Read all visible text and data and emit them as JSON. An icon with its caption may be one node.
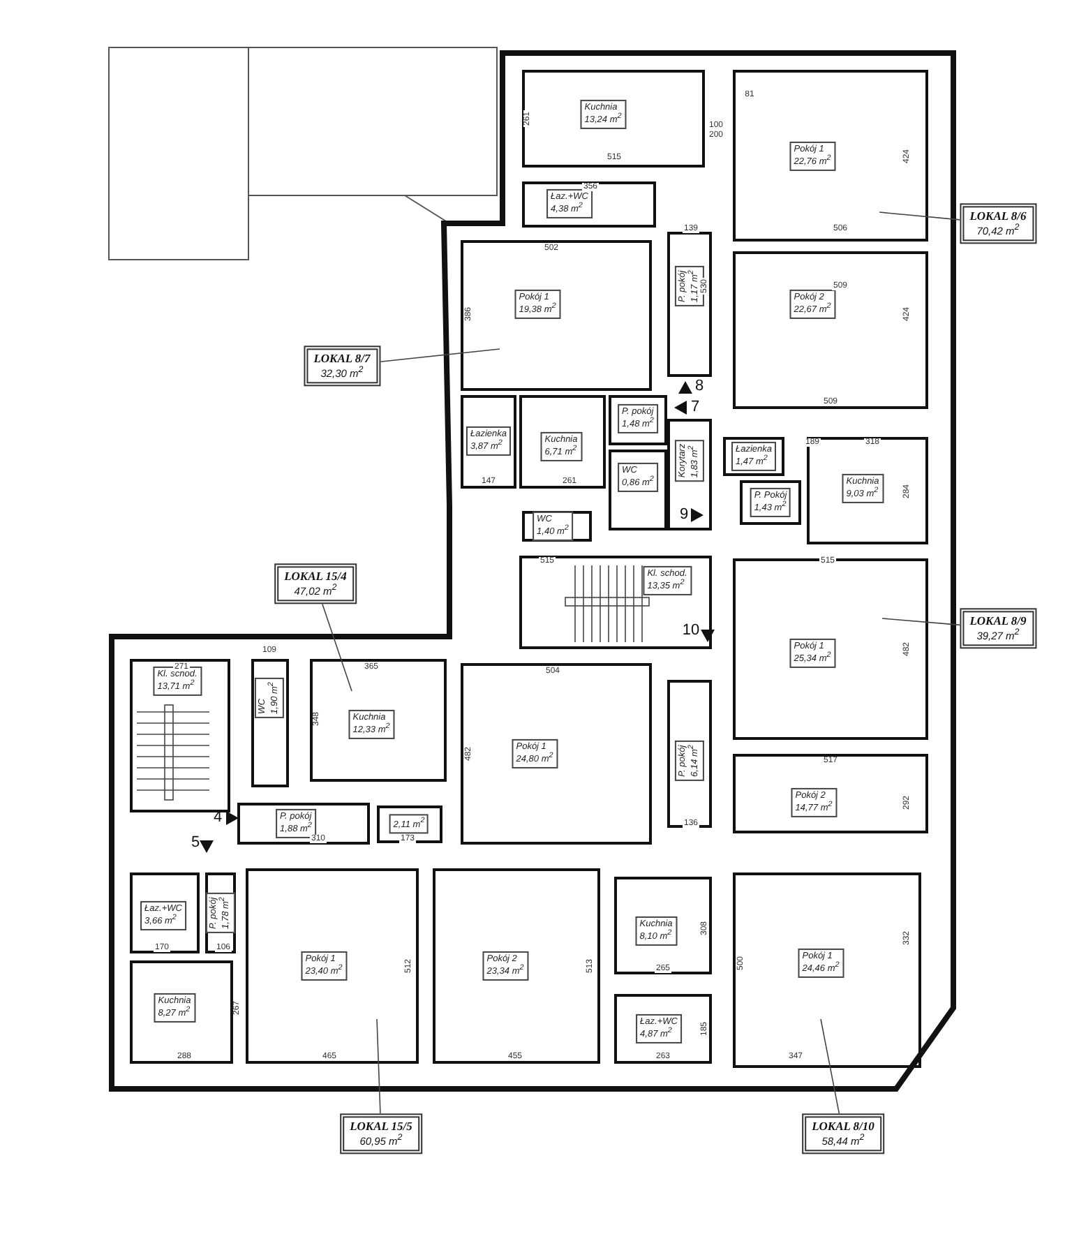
{
  "diagram": {
    "nodes": [
      {
        "text": [
          "Kuchnia",
          "13,24 m$^{2}$"
        ]
      },
      {
        "text": [
          "Łaz.+WC",
          "4,38 m$^{2}$"
        ]
      },
      {
        "text": [
          "Pokój 1",
          "22,76 m$^{2}$"
        ]
      },
      {
        "text": [
          "Pokój 2",
          "22,67 m$^{2}$"
        ]
      },
      {
        "text": [
          "Pokój 1",
          "19,38 m$^{2}$"
        ]
      },
      {
        "text": [
          "P. pokój",
          "1,17 m$^{2}$"
        ]
      },
      {
        "text": [
          "P. pokój",
          "1,48 m$^{2}$"
        ]
      },
      {
        "text": [
          "Łazienka",
          "3,87 m$^{2}$"
        ]
      },
      {
        "text": [
          "Kuchnia",
          "6,71 m$^{2}$"
        ]
      },
      {
        "text": [
          "WC",
          "0,86 m$^{2}$"
        ]
      },
      {
        "text": [
          "WC",
          "1,40 m$^{2}$"
        ]
      },
      {
        "text": [
          "Korytarz",
          "1,83 m$^{2}$"
        ]
      },
      {
        "text": [
          "Łazienka",
          "1,47 m$^{2}$"
        ]
      },
      {
        "text": [
          "P. Pokój",
          "1,43 m$^{2}$"
        ]
      },
      {
        "text": [
          "Kuchnia",
          "9,03 m$^{2}$"
        ]
      },
      {
        "text": [
          "Kl. schod.",
          "13,35 m$^{2}$"
        ]
      },
      {
        "text": [
          "Pokój 1",
          "25,34 m$^{2}$"
        ]
      },
      {
        "text": [
          "Kl. schod.",
          "13,71 m$^{2}$"
        ]
      },
      {
        "text": [
          "WC",
          "1,90 m$^{2}$"
        ]
      },
      {
        "text": [
          "Kuchnia",
          "12,33 m$^{2}$"
        ]
      },
      {
        "text": [
          "Pokój 1",
          "24,80 m$^{2}$"
        ]
      },
      {
        "text": [
          "P. pokój",
          "6,14 m$^{2}$"
        ]
      },
      {
        "text": [
          "Pokój 2",
          "14,77 m$^{2}$"
        ]
      },
      {
        "text": [
          "P. pokój",
          "1,88 m$^{2}$"
        ]
      },
      {
        "text": [
          "2,11 m$^{2}$"
        ]
      },
      {
        "text": [
          "Łaz.+WC",
          "3,66 m$^{2}$"
        ]
      },
      {
        "text": [
          "P. pokój",
          "1,78 m$^{2}$"
        ]
      },
      {
        "text": [
          "Kuchnia",
          "8,27 m$^{2}$"
        ]
      },
      {
        "text": [
          "Pokój 1",
          "23,40 m$^{2}$"
        ]
      },
      {
        "text": [
          "Pokój 2",
          "23,34 m$^{2}$"
        ]
      },
      {
        "text": [
          "Kuchnia",
          "8,10 m$^{2}$"
        ]
      },
      {
        "text": [
          "Łaz.+WC",
          "4,87 m$^{2}$"
        ]
      },
      {
        "text": [
          "Pokój 1",
          "24,46 m$^{2}$"
        ]
      },
      {
        "text": [
          "LOKAL 8/6",
          "70,42 m$^{2}$"
        ]
      },
      {
        "text": [
          "LOKAL 8/7",
          "32,30 m$^{2}$"
        ]
      },
      {
        "text": [
          "LOKAL 15/4",
          "47,02 m$^{2}$"
        ]
      },
      {
        "text": [
          "LOKAL 8/9",
          "39,27 m$^{2}$"
        ]
      },
      {
        "text": [
          "LOKAL 15/5",
          "60,95 m$^{2}$"
        ]
      },
      {
        "text": [
          "LOKAL 8/10",
          "58,44 m$^{2}$"
        ]
      }
    ],
    "edges": [
      {
        "from": 33,
        "to": 2,
        "arrow": "none"
      },
      {
        "from": 34,
        "to": 4,
        "arrow": "none"
      },
      {
        "from": 35,
        "to": 19,
        "arrow": "none"
      },
      {
        "from": 36,
        "to": 16,
        "arrow": "none"
      },
      {
        "from": 37,
        "to": 28,
        "arrow": "none"
      },
      {
        "from": 38,
        "to": 32,
        "arrow": "none"
      }
    ],
    "labels": [
      "261",
      "81",
      "100",
      "200",
      "515",
      "424",
      "356",
      "139",
      "506",
      "502",
      "509",
      "386",
      "530",
      "424",
      "509",
      "147",
      "261",
      "189",
      "318",
      "284",
      "515",
      "515",
      "482",
      "271",
      "109",
      "365",
      "348",
      "504",
      "482",
      "517",
      "292",
      "136",
      "310",
      "173",
      "170",
      "106",
      "267",
      "288",
      "465",
      "512",
      "455",
      "513",
      "308",
      "265",
      "263",
      "185",
      "347",
      "500",
      "332",
      "8",
      "7",
      "9",
      "10",
      "4",
      "5"
    ]
  }
}
